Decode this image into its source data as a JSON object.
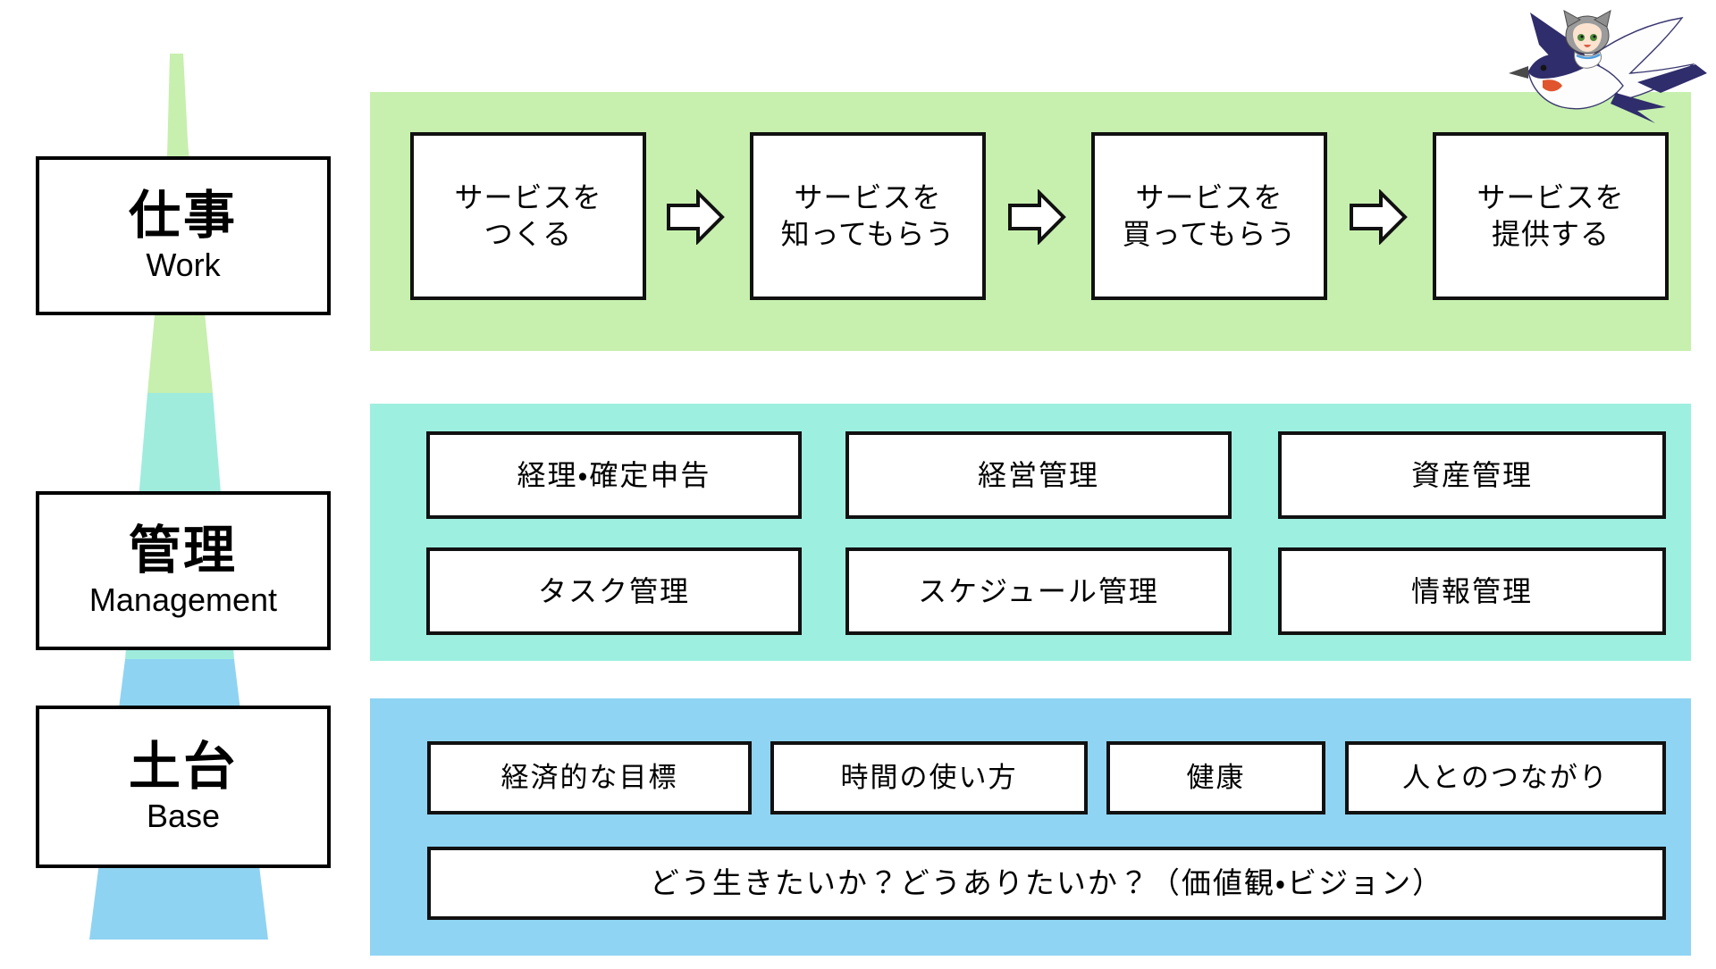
{
  "colors": {
    "work_band": "#c7f0ae",
    "management_band": "#9defdf",
    "base_band": "#8fd4f2",
    "pyramid_work": "#c7efae",
    "pyramid_management": "#9fecdd",
    "pyramid_base": "#8fd3f2",
    "node_border": "#111111",
    "node_fill": "#ffffff",
    "text": "#000000"
  },
  "tiers": [
    {
      "id": "work",
      "jp": "仕事",
      "en": "Work"
    },
    {
      "id": "management",
      "jp": "管理",
      "en": "Management"
    },
    {
      "id": "base",
      "jp": "土台",
      "en": "Base"
    }
  ],
  "work_row": {
    "nodes": [
      {
        "label": "サービスを\nつくる"
      },
      {
        "label": "サービスを\n知ってもらう"
      },
      {
        "label": "サービスを\n買ってもらう"
      },
      {
        "label": "サービスを\n提供する"
      }
    ],
    "arrow_count": 3,
    "arrow_icon": "arrow-right-icon"
  },
  "management_row": {
    "row1": [
      {
        "label": "経理・確定申告"
      },
      {
        "label": "経営管理"
      },
      {
        "label": "資産管理"
      }
    ],
    "row2": [
      {
        "label": "タスク管理"
      },
      {
        "label": "スケジュール管理"
      },
      {
        "label": "情報管理"
      }
    ]
  },
  "base_row": {
    "items": [
      {
        "label": "経済的な目標"
      },
      {
        "label": "時間の使い方"
      },
      {
        "label": "健康"
      },
      {
        "label": "人とのつながり"
      }
    ],
    "vision": {
      "label": "どう生きたいか？どうありたいか？（価値観・ビジョン）"
    }
  },
  "decoration": {
    "mascot": "swallow-bird-with-cat-hood-character-icon"
  }
}
